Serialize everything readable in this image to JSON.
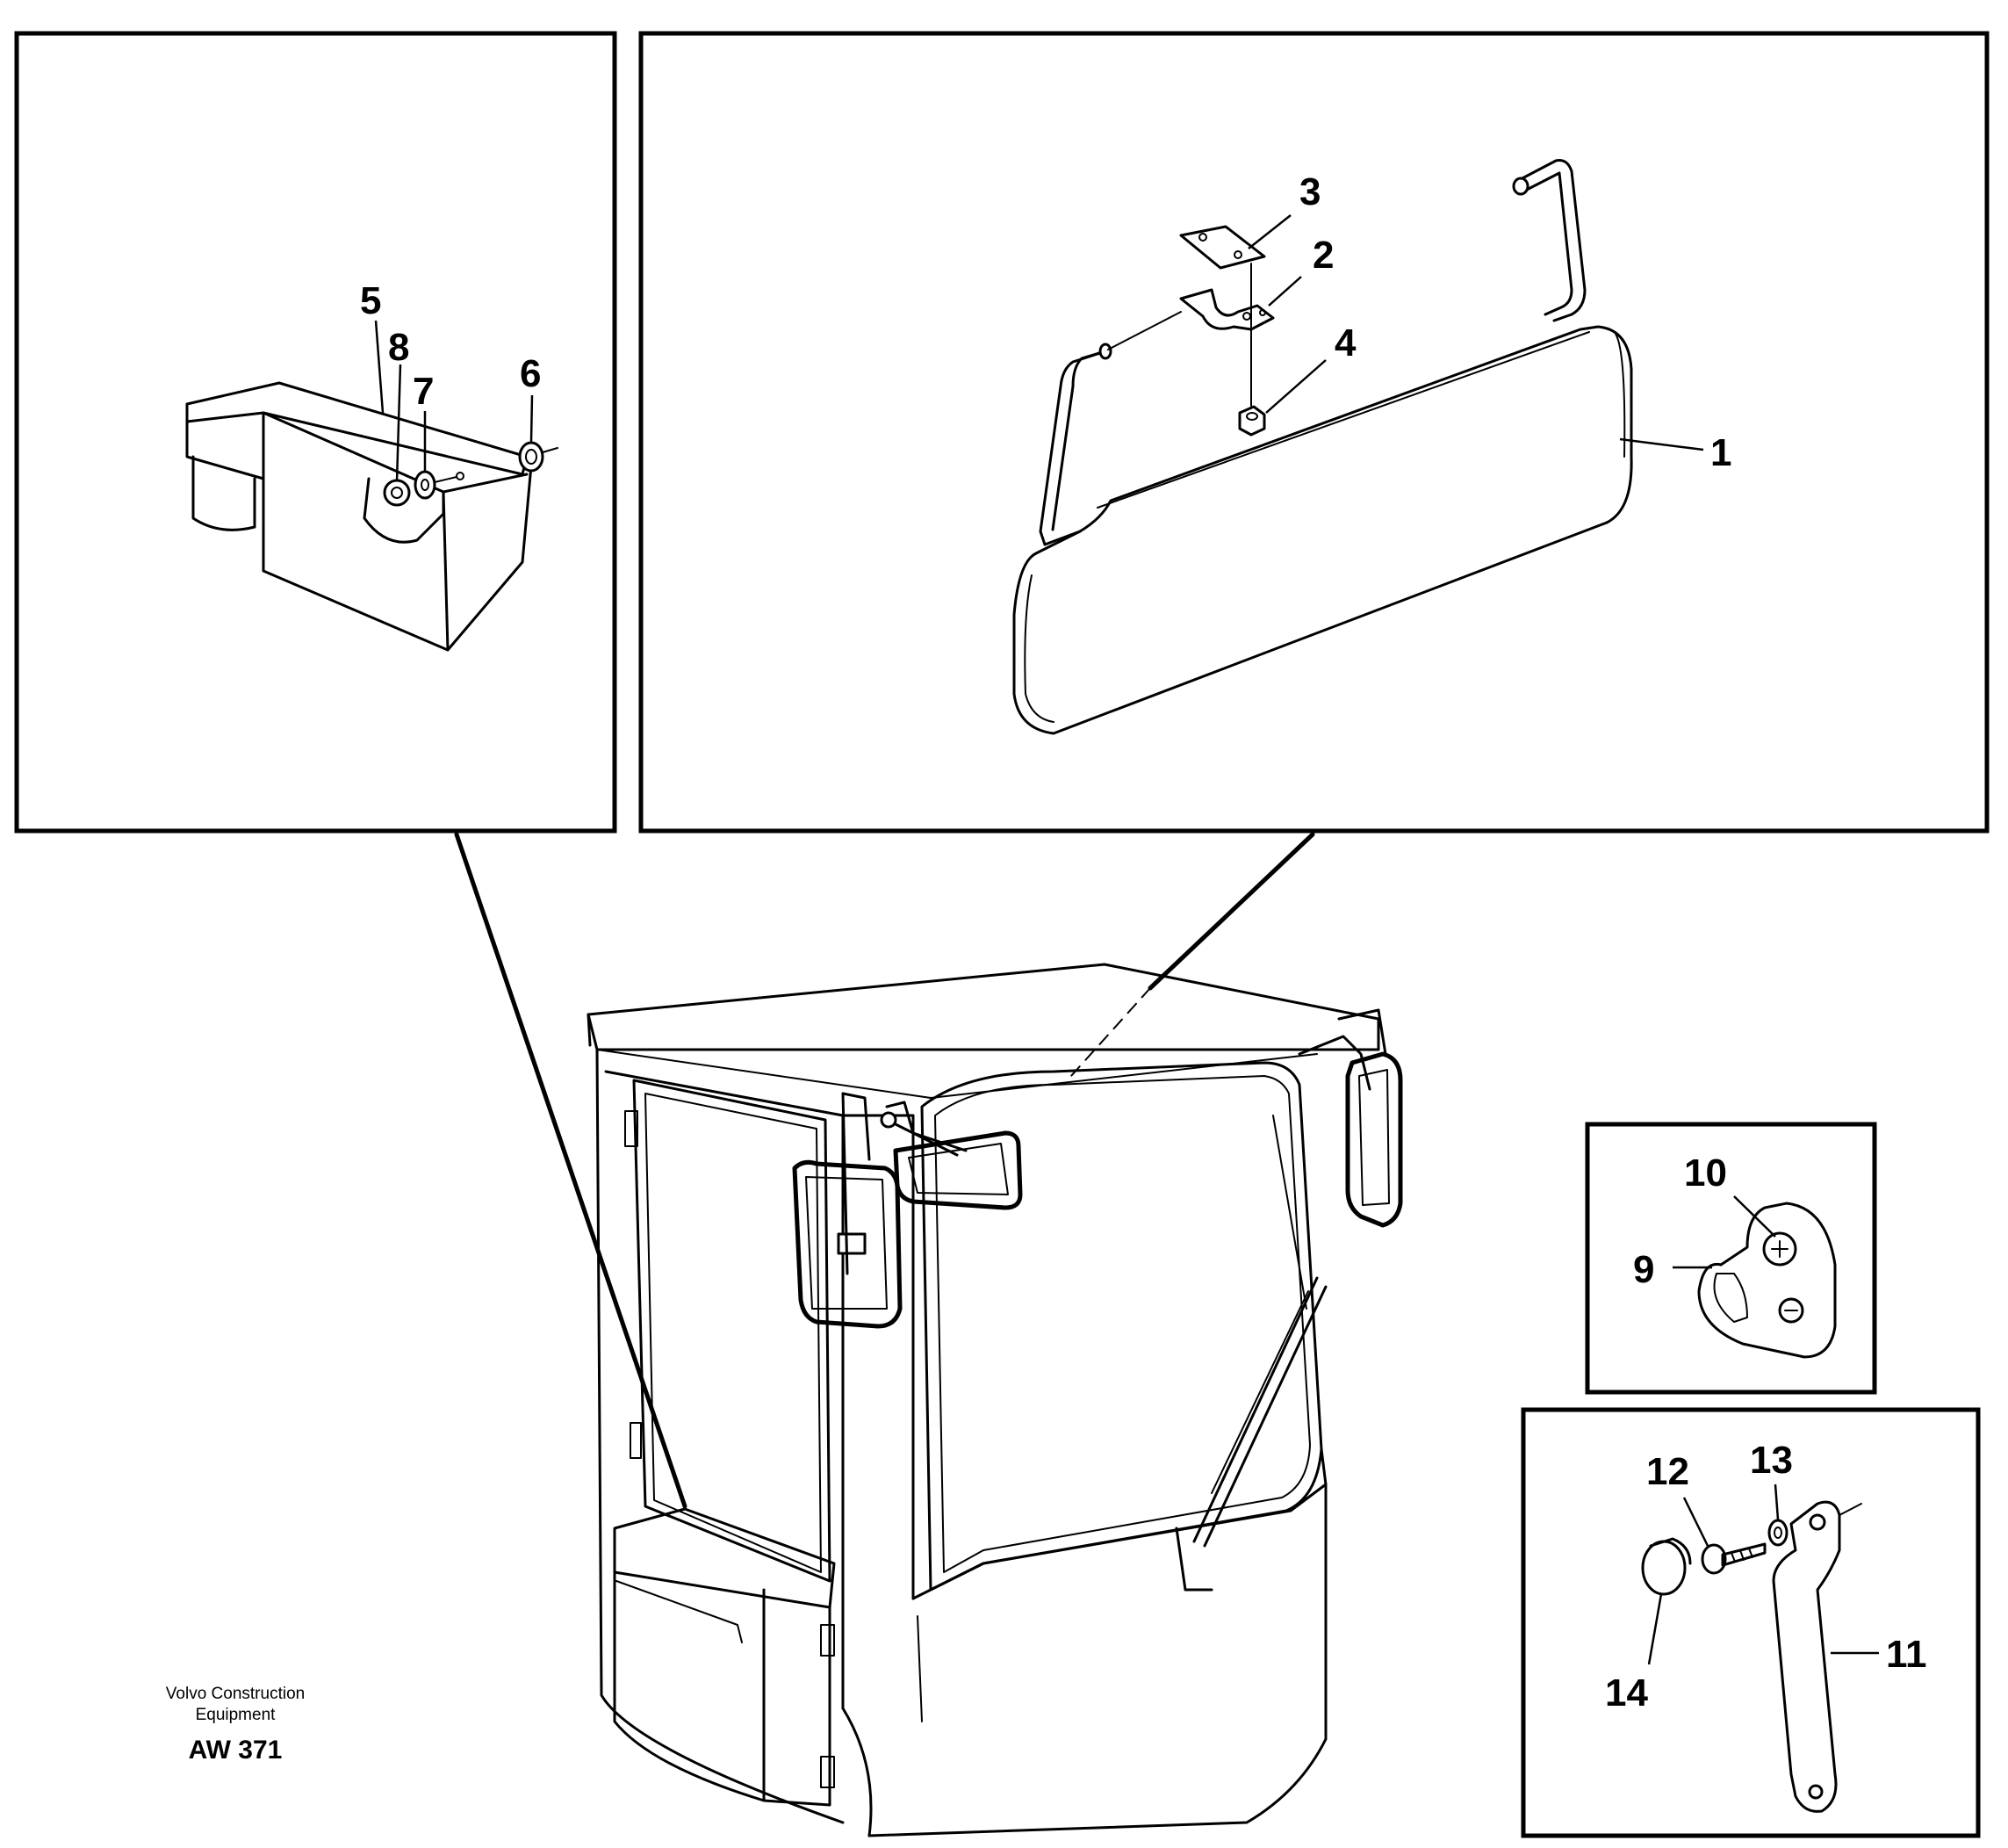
{
  "labels": {
    "l1": "1",
    "l2": "2",
    "l3": "3",
    "l4": "4",
    "l5": "5",
    "l6": "6",
    "l7": "7",
    "l8": "8",
    "l9": "9",
    "l10": "10",
    "l11": "11",
    "l12": "12",
    "l13": "13",
    "l14": "14"
  },
  "caption": {
    "line1": "Volvo Construction",
    "line2": "Equipment",
    "code": "AW 371"
  }
}
